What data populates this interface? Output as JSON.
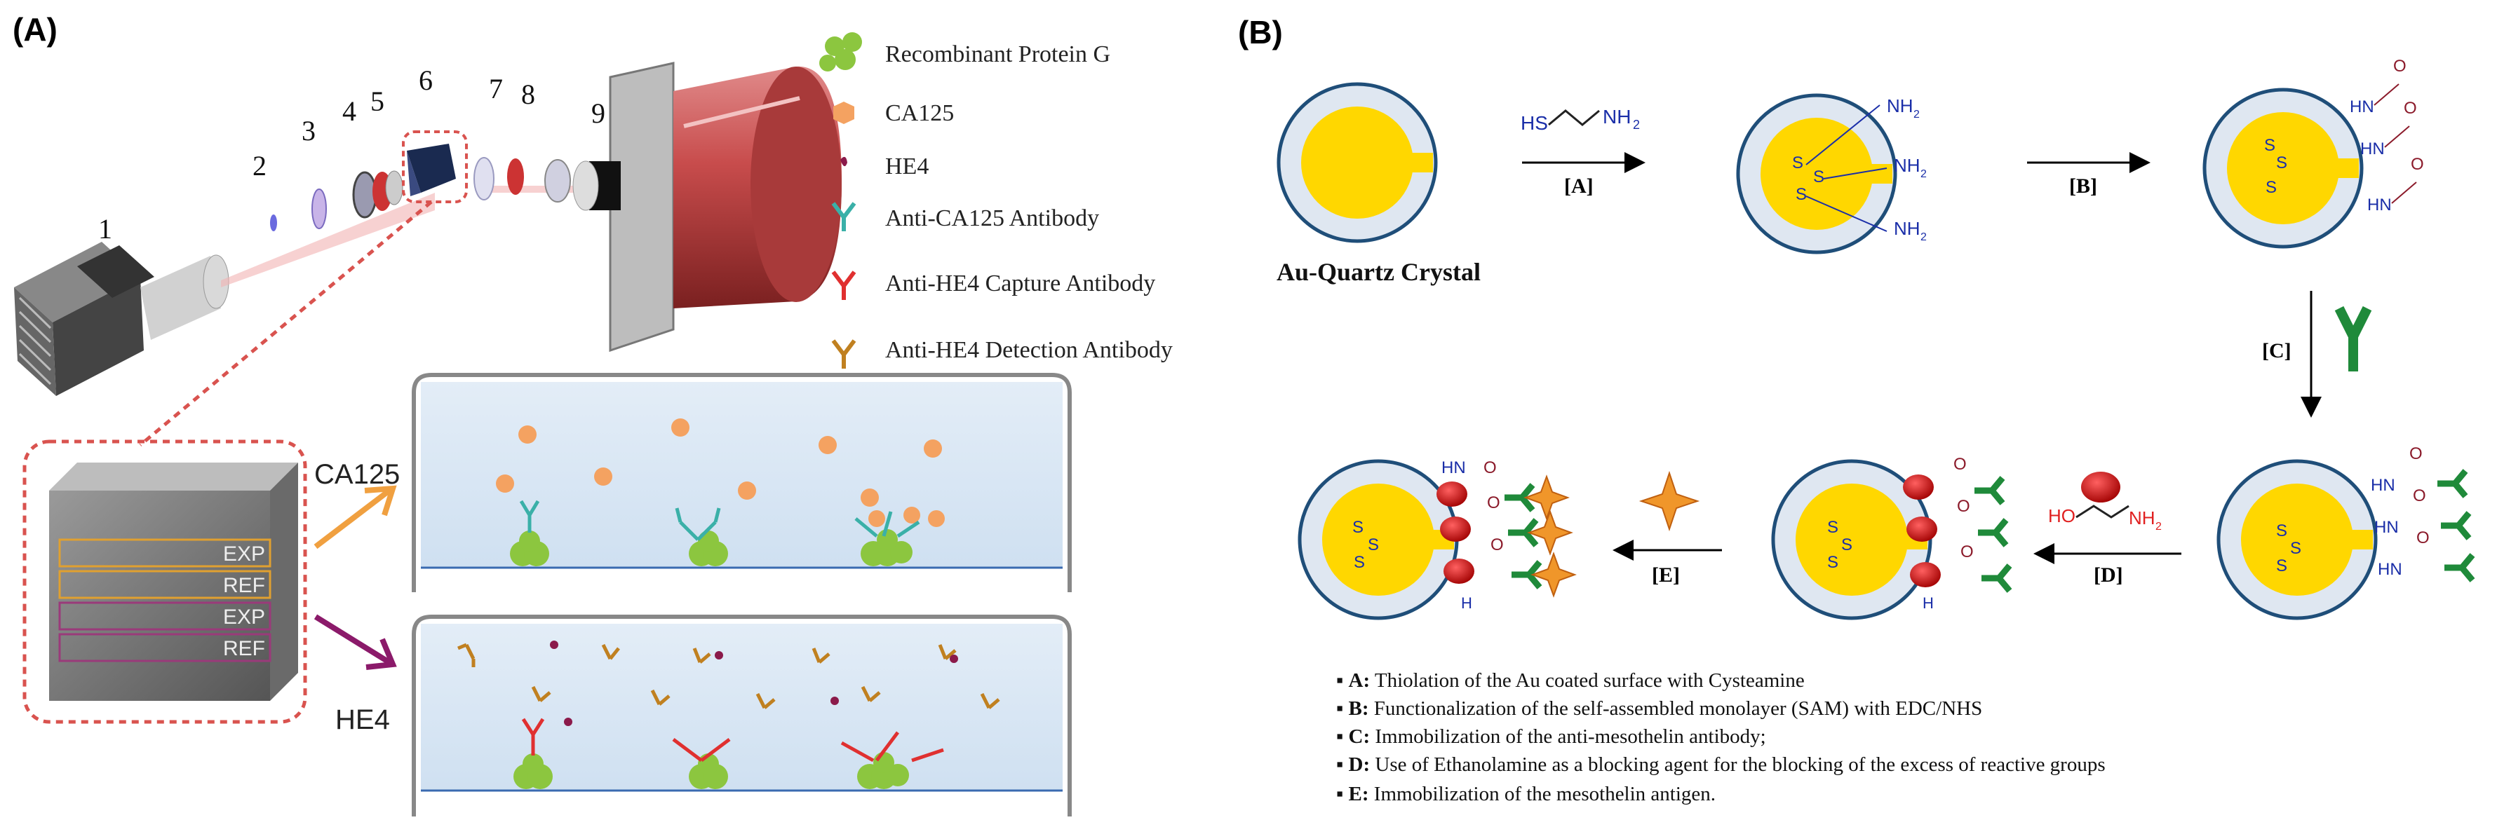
{
  "panel_a": {
    "label": "(A)",
    "numbers": [
      "1",
      "2",
      "3",
      "4",
      "5",
      "6",
      "7",
      "8",
      "9"
    ],
    "legend": [
      {
        "icon": "protein-g-icon",
        "text": "Recombinant Protein G",
        "color": "#8cc63f"
      },
      {
        "icon": "ca125-icon",
        "text": "CA125",
        "color": "#f4a261"
      },
      {
        "icon": "he4-icon",
        "text": "HE4",
        "color": "#8b1a4a"
      },
      {
        "icon": "anti-ca125-antibody-icon",
        "text": "Anti-CA125 Antibody",
        "color": "#3ab0a8"
      },
      {
        "icon": "anti-he4-capture-icon",
        "text": "Anti-HE4 Capture Antibody",
        "color": "#e03030"
      },
      {
        "icon": "anti-he4-detection-icon",
        "text": "Anti-HE4 Detection Antibody",
        "color": "#c08020"
      }
    ],
    "chip_rows": [
      "EXP",
      "REF",
      "EXP",
      "REF"
    ],
    "arrow_labels": {
      "top": "CA125",
      "bottom": "HE4"
    }
  },
  "panel_b": {
    "label": "(B)",
    "crystal_label": "Au-Quartz Crystal",
    "reagent_a": "HS",
    "reagent_a_nh2": "NH",
    "sub2": "2",
    "step_labels": {
      "a": "[A]",
      "b": "[B]",
      "c": "[C]",
      "d": "[D]",
      "e": "[E]"
    },
    "nh2": "NH",
    "hn": "HN",
    "nh": "N",
    "h": "H",
    "o": "O",
    "s": "S",
    "ho": "HO",
    "notes": [
      {
        "key": "A:",
        "text": " Thiolation of the Au coated surface with Cysteamine"
      },
      {
        "key": "B:",
        "text": " Functionalization of the self-assembled monolayer (SAM) with EDC/NHS"
      },
      {
        "key": "C:",
        "text": " Immobilization of the anti-mesothelin antibody;"
      },
      {
        "key": "D:",
        "text": " Use of Ethanolamine as a blocking agent for the blocking of the excess of reactive groups"
      },
      {
        "key": "E:",
        "text": " Immobilization of the mesothelin antigen."
      }
    ],
    "colors": {
      "gold": "#ffd700",
      "ring": "#1f4e79",
      "amine": "#1a2ea8",
      "carbonyl": "#8b1a2a",
      "antibody": "#1f8a3a"
    }
  }
}
